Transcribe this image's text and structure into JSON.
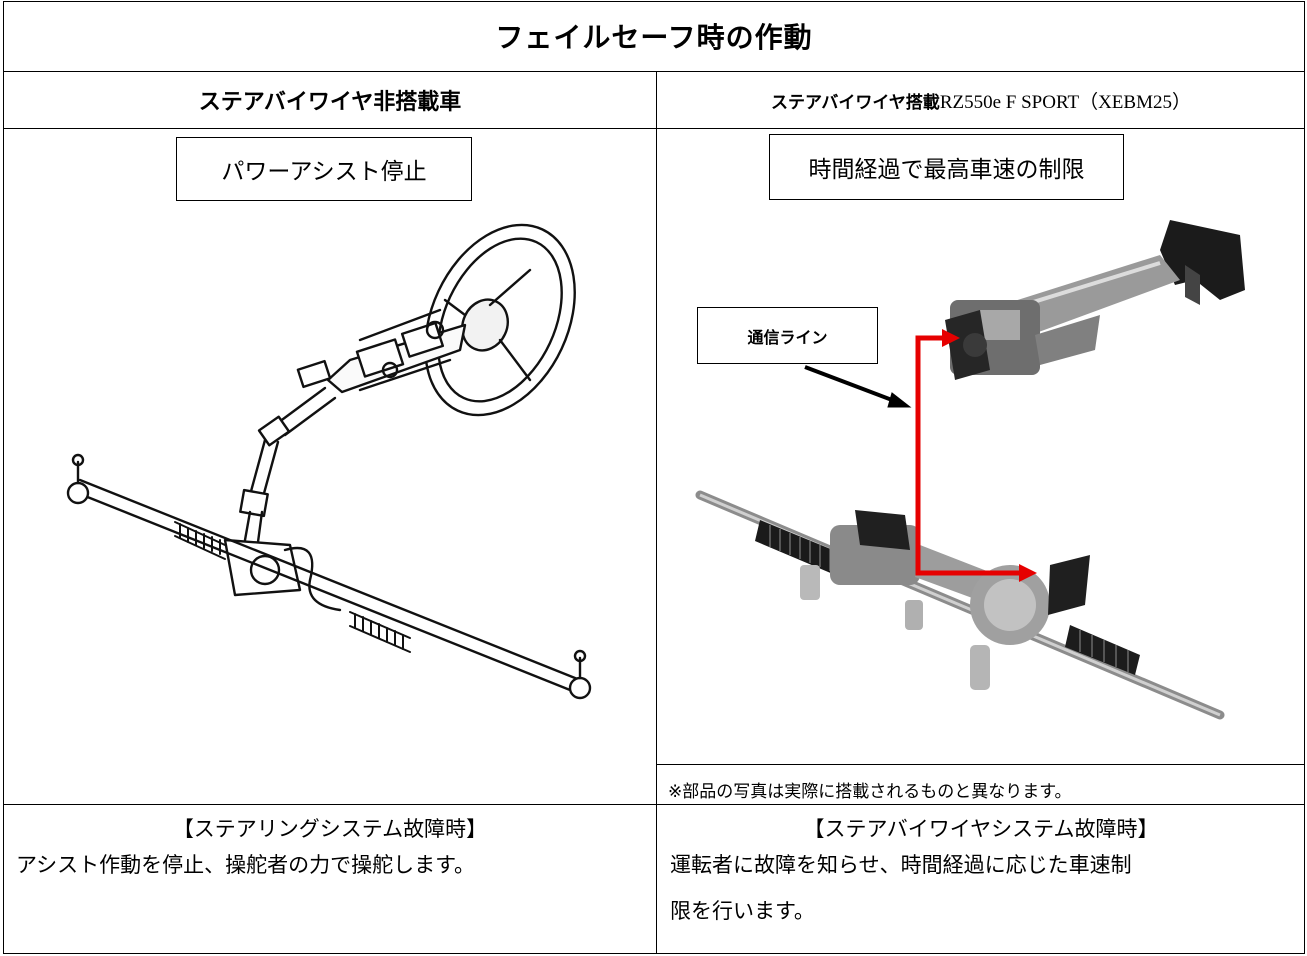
{
  "table": {
    "title": "フェイルセーフ時の作動",
    "left_header": "ステアバイワイヤ非搭載車",
    "right_header_jp": "ステアバイワイヤ搭載 ",
    "right_header_model": "RZ550e F SPORT（XEBM25）"
  },
  "left_panel": {
    "label": "パワーアシスト停止",
    "illustration": "steering-column-line-drawing"
  },
  "right_panel": {
    "label": "時間経過で最高車速の制限",
    "callout": "通信ライン",
    "note": "※部品の写真は実際に搭載されるものと異なります。",
    "arrow_color": "#e60000"
  },
  "footer": {
    "left_title": "【ステアリングシステム故障時】",
    "left_text": "アシスト作動を停止、操舵者の力で操舵します。",
    "right_title": "【ステアバイワイヤシステム故障時】",
    "right_text_1": "運転者に故障を知らせ、時間経過に応じた車速制",
    "right_text_2": "限を行います。"
  }
}
